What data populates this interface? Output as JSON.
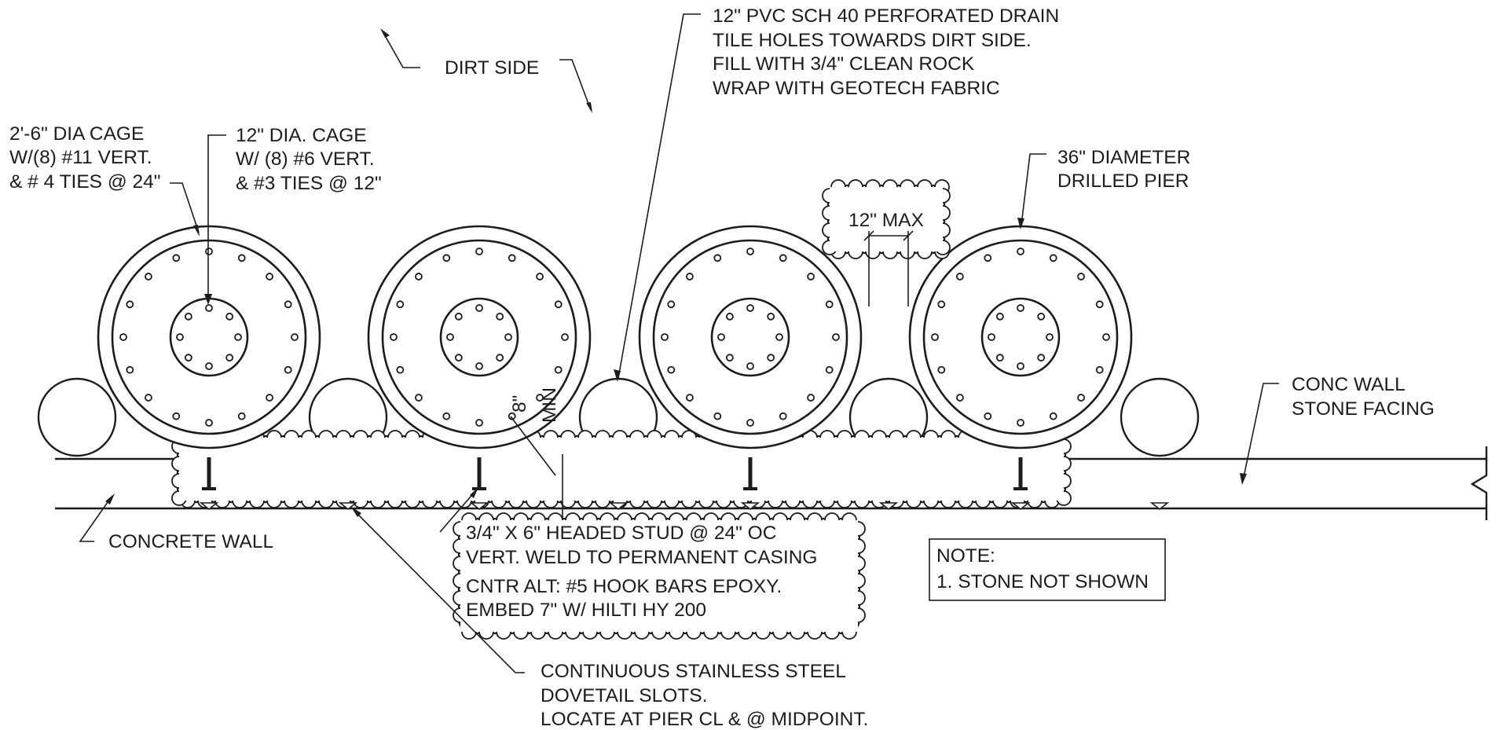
{
  "labels": {
    "dirt_side": "DIRT SIDE",
    "drain_tile": [
      "12\" PVC SCH 40 PERFORATED DRAIN",
      "TILE HOLES TOWARDS DIRT SIDE.",
      "FILL WITH 3/4\" CLEAN ROCK",
      "WRAP WITH GEOTECH FABRIC"
    ],
    "outer_cage": [
      "2'-6\" DIA CAGE",
      "W/(8) #11 VERT.",
      "& # 4 TIES @ 24\""
    ],
    "inner_cage": [
      "12\" DIA. CAGE",
      "W/ (8) #6 VERT.",
      "& #3 TIES @ 12\""
    ],
    "drilled_pier": [
      "36\" DIAMETER",
      "DRILLED PIER"
    ],
    "max_gap": "12\" MAX",
    "min_dim": [
      "8\"",
      "MIN"
    ],
    "conc_wall_stone": [
      "CONC WALL",
      "STONE FACING"
    ],
    "concrete_wall": "CONCRETE WALL",
    "headed_stud": [
      "3/4\" X 6\" HEADED STUD @ 24\" OC",
      "VERT. WELD TO PERMANENT CASING",
      "CNTR ALT:  #5 HOOK BARS EPOXY.",
      "EMBED 7\" W/ HILTI HY 200"
    ],
    "note": [
      "NOTE:",
      "1. STONE NOT SHOWN"
    ],
    "dovetail": [
      "CONTINUOUS STAINLESS STEEL",
      "DOVETAIL SLOTS.",
      "LOCATE AT PIER CL & @ MIDPOINT."
    ]
  }
}
